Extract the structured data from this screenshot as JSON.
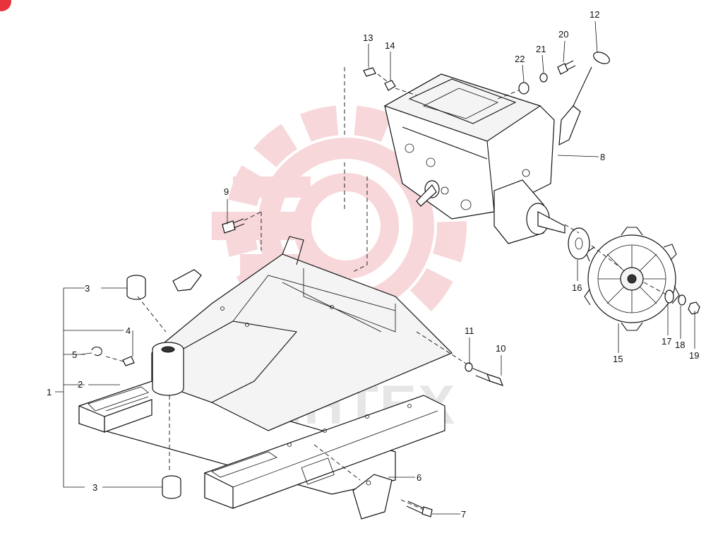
{
  "watermark": {
    "text": "ИНТЕХ",
    "color": "#f2b8bc"
  },
  "corner_badge_color": "#e8323c",
  "callouts": [
    {
      "id": "c1",
      "label": "1"
    },
    {
      "id": "c2",
      "label": "2"
    },
    {
      "id": "c3a",
      "label": "3"
    },
    {
      "id": "c3b",
      "label": "3"
    },
    {
      "id": "c4",
      "label": "4"
    },
    {
      "id": "c5",
      "label": "5"
    },
    {
      "id": "c6",
      "label": "6"
    },
    {
      "id": "c7",
      "label": "7"
    },
    {
      "id": "c8",
      "label": "8"
    },
    {
      "id": "c9",
      "label": "9"
    },
    {
      "id": "c10",
      "label": "10"
    },
    {
      "id": "c11",
      "label": "11"
    },
    {
      "id": "c12",
      "label": "12"
    },
    {
      "id": "c13",
      "label": "13"
    },
    {
      "id": "c14",
      "label": "14"
    },
    {
      "id": "c15",
      "label": "15"
    },
    {
      "id": "c16",
      "label": "16"
    },
    {
      "id": "c17",
      "label": "17"
    },
    {
      "id": "c18",
      "label": "18"
    },
    {
      "id": "c19",
      "label": "19"
    },
    {
      "id": "c20",
      "label": "20"
    },
    {
      "id": "c21",
      "label": "21"
    },
    {
      "id": "c22",
      "label": "22"
    }
  ]
}
